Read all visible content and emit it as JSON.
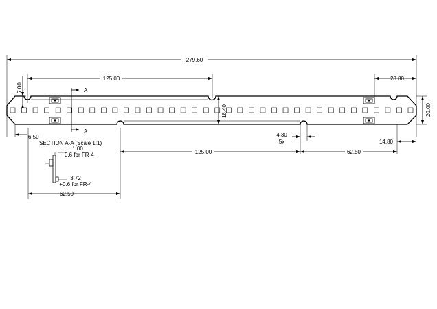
{
  "dimensions": {
    "overall_length": "279.60",
    "pitch_top": "125.00",
    "end_offset_right": "28.80",
    "edge_height_left": "7.00",
    "board_width": "20.00",
    "inner_height": "18.40",
    "left_offset": "6.50",
    "slot_width": "4.30",
    "slot_count": "5x",
    "right_offset_bottom": "14.80",
    "pitch_bottom": "125.00",
    "pitch_bottom_right": "62.50",
    "section_pitch": "62.50"
  },
  "section": {
    "title": "SECTION A-A (Scale 1:1)",
    "thickness_top": "1.00",
    "thickness_top_note": "+0.6 for FR-4",
    "thickness_bottom": "3.72",
    "thickness_bottom_note": "+0.6 for FR-4",
    "marker_top": "A",
    "marker_bottom": "A"
  },
  "board": {
    "led_count": 36
  }
}
